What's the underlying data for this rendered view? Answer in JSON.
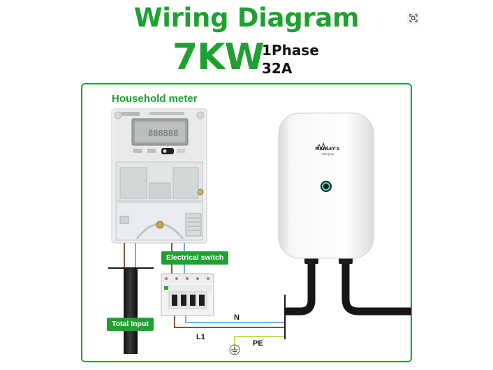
{
  "header": {
    "title": "Wiring Diagram",
    "power": "7KW",
    "phase": "1Phase",
    "current": "32A"
  },
  "diagram": {
    "meter_label": "Household meter",
    "switch_label": "Electrical switch",
    "input_label": "Total Input",
    "wire_n": "N",
    "wire_l1": "L1",
    "wire_pe": "PE",
    "charger_brand": "MARLEY'S",
    "charger_brand_sub": "charging"
  },
  "icons": {
    "visual_search": "image-search-icon",
    "ground": "ground-icon",
    "charger_led": "status-led-icon"
  },
  "colors": {
    "accent": "#1fa132",
    "wire_n": "#63b4e6",
    "wire_l1": "#8a5233",
    "wire_pe": "#c7de56"
  }
}
